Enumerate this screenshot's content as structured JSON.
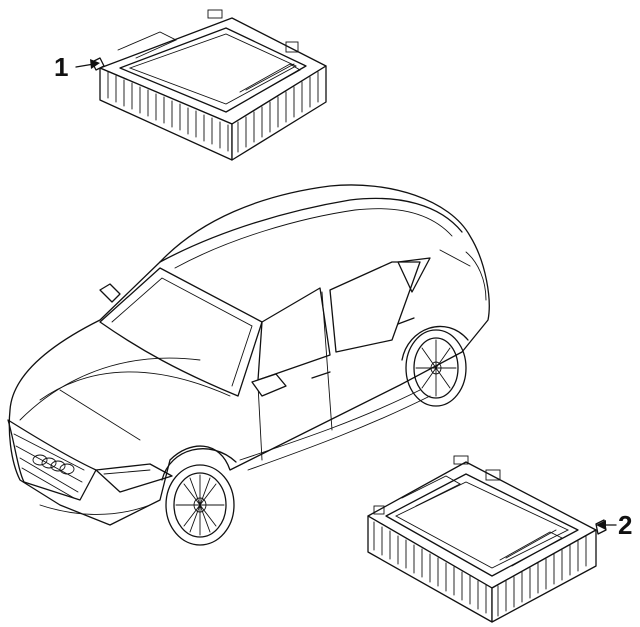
{
  "callouts": [
    {
      "number": "1",
      "part": "control-module-upper"
    },
    {
      "number": "2",
      "part": "control-module-lower"
    }
  ],
  "colors": {
    "line": "#111111",
    "background": "#ffffff"
  },
  "icons": {
    "car": "car-illustration",
    "module": "control-module-illustration"
  }
}
